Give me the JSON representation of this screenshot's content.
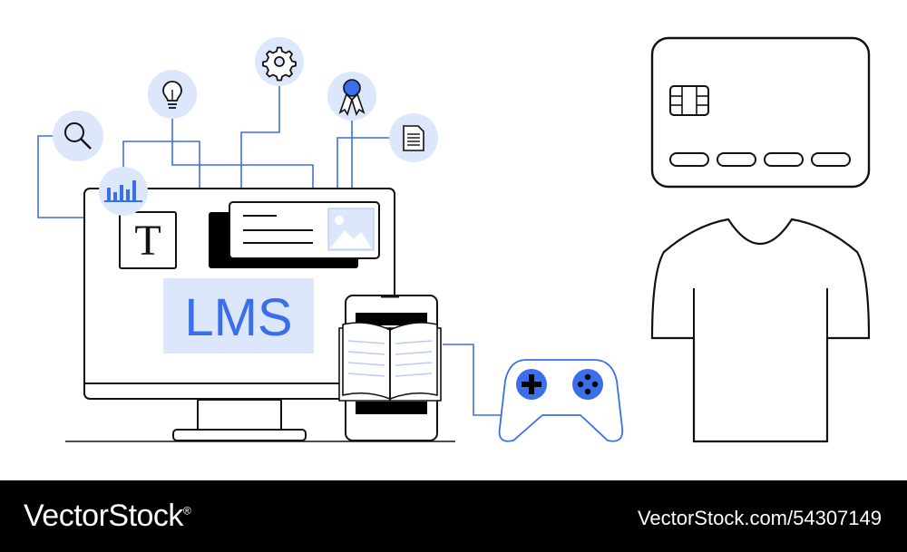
{
  "illustration": {
    "screen_label": "LMS",
    "text_tool_glyph": "T",
    "colors": {
      "accent": "#3b6fea",
      "accent_light": "#dde7fb",
      "line": "#111111",
      "fill_dark": "#000000",
      "background": "#ffffff"
    },
    "icons": [
      "magnifier-icon",
      "lightbulb-icon",
      "gear-icon",
      "award-ribbon-icon",
      "document-icon",
      "bar-chart-icon",
      "image-placeholder-icon",
      "open-book-icon",
      "gamepad-icon",
      "credit-card-icon",
      "tshirt-icon"
    ]
  },
  "footer": {
    "brand": "VectorStock",
    "brand_mark": "®",
    "stock_id": "VectorStock.com/54307149"
  }
}
